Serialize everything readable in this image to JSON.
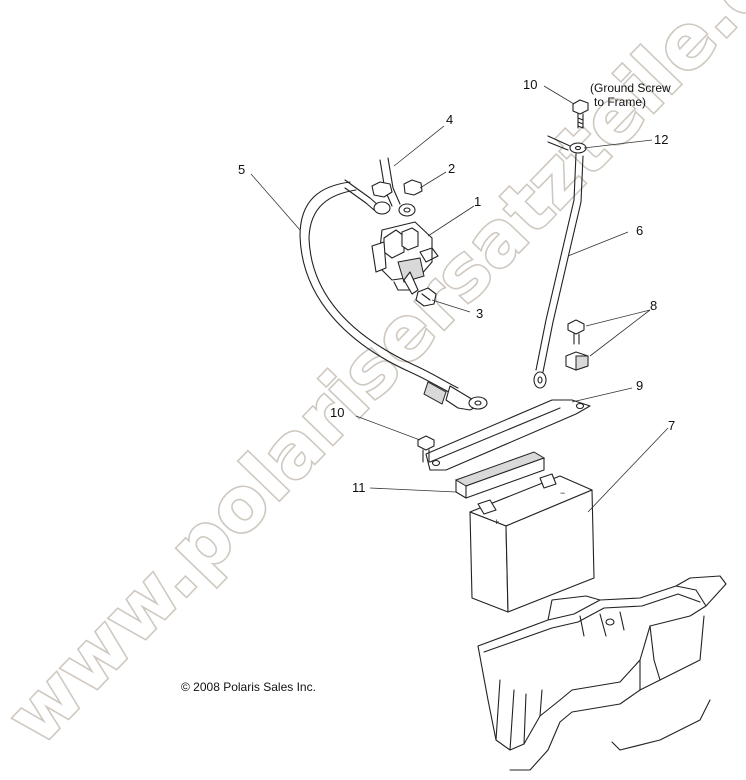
{
  "callouts": {
    "c1": "1",
    "c2": "2",
    "c3": "3",
    "c4": "4",
    "c5": "5",
    "c6": "6",
    "c7": "7",
    "c8": "8",
    "c9": "9",
    "c10a": "10",
    "c10b": "10",
    "c11": "11",
    "c12": "12"
  },
  "note": {
    "line1": "(Ground Screw",
    "line2": "to Frame)"
  },
  "copyright": "© 2008 Polaris Sales Inc.",
  "watermark": "www.polarisersatzteile.de"
}
